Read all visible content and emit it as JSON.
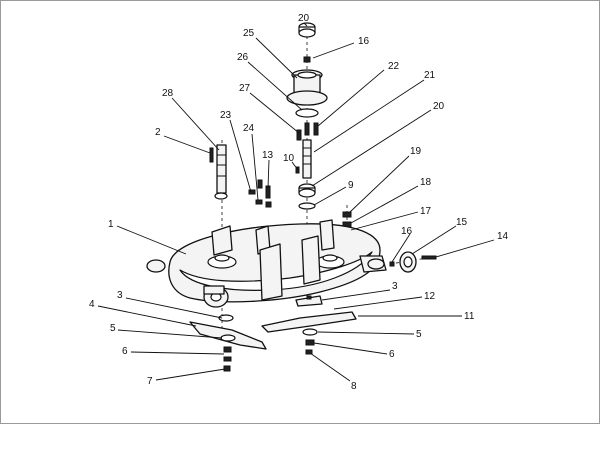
{
  "diagram": {
    "callouts": [
      {
        "id": "c20a",
        "text": "20"
      },
      {
        "id": "c16a",
        "text": "16"
      },
      {
        "id": "c25",
        "text": "25"
      },
      {
        "id": "c26",
        "text": "26"
      },
      {
        "id": "c22",
        "text": "22"
      },
      {
        "id": "c21",
        "text": "21"
      },
      {
        "id": "c28",
        "text": "28"
      },
      {
        "id": "c27",
        "text": "27"
      },
      {
        "id": "c20b",
        "text": "20"
      },
      {
        "id": "c2",
        "text": "2"
      },
      {
        "id": "c23",
        "text": "23"
      },
      {
        "id": "c24",
        "text": "24"
      },
      {
        "id": "c13",
        "text": "13"
      },
      {
        "id": "c10",
        "text": "10"
      },
      {
        "id": "c19",
        "text": "19"
      },
      {
        "id": "c9",
        "text": "9"
      },
      {
        "id": "c18",
        "text": "18"
      },
      {
        "id": "c17",
        "text": "17"
      },
      {
        "id": "c15",
        "text": "15"
      },
      {
        "id": "c16b",
        "text": "16"
      },
      {
        "id": "c14",
        "text": "14"
      },
      {
        "id": "c1",
        "text": "1"
      },
      {
        "id": "c3a",
        "text": "3"
      },
      {
        "id": "c3b",
        "text": "3"
      },
      {
        "id": "c12",
        "text": "12"
      },
      {
        "id": "c4",
        "text": "4"
      },
      {
        "id": "c11",
        "text": "11"
      },
      {
        "id": "c5a",
        "text": "5"
      },
      {
        "id": "c5b",
        "text": "5"
      },
      {
        "id": "c6a",
        "text": "6"
      },
      {
        "id": "c6b",
        "text": "6"
      },
      {
        "id": "c7",
        "text": "7"
      },
      {
        "id": "c8",
        "text": "8"
      }
    ]
  }
}
